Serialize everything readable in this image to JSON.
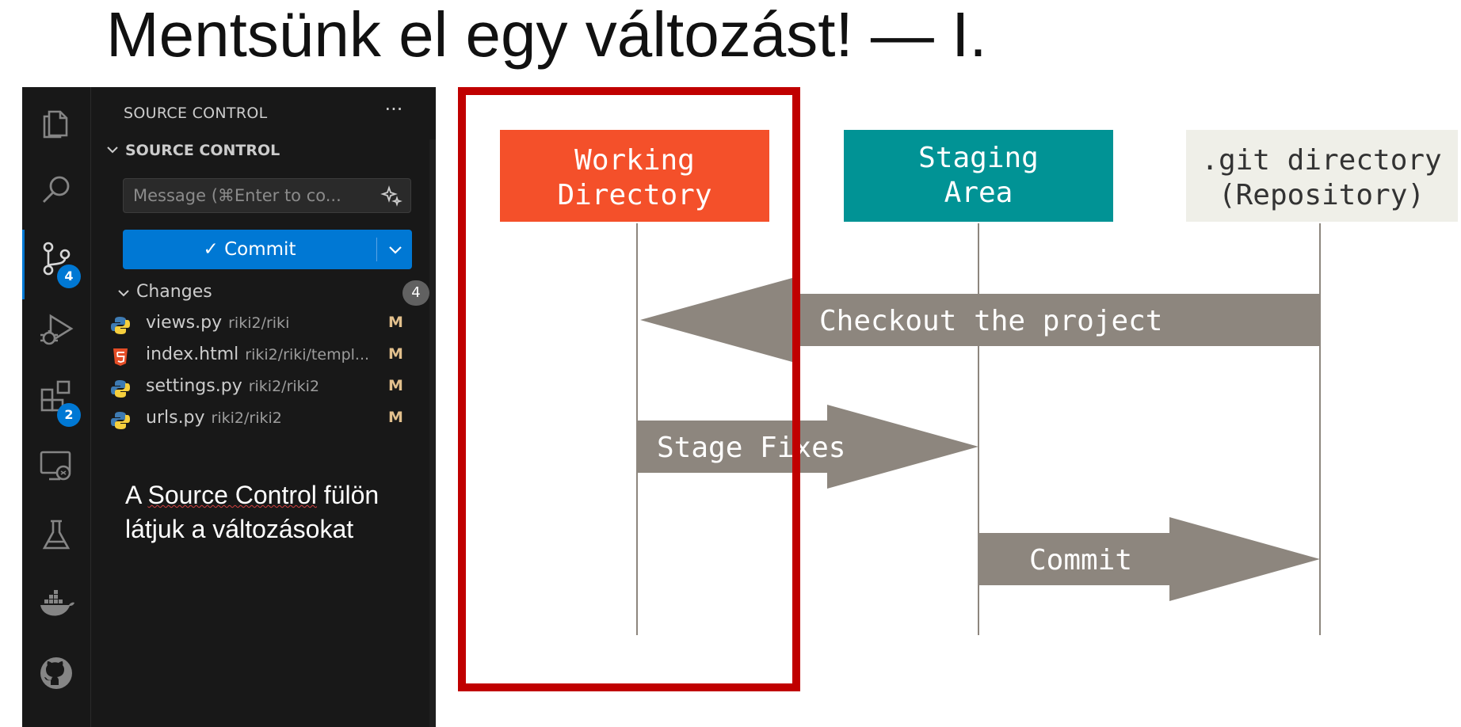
{
  "slide": {
    "title": "Mentsünk el egy változást! — I."
  },
  "activity_bar": {
    "scm_badge": "4",
    "extensions_badge": "2"
  },
  "sidebar": {
    "title": "SOURCE CONTROL",
    "more_label": "···",
    "section_title": "SOURCE CONTROL",
    "message_placeholder": "Message (⌘Enter to co...",
    "commit_label": "✓ Commit",
    "changes_label": "Changes",
    "changes_count": "4",
    "files": [
      {
        "name": "views.py",
        "path": "riki2/riki",
        "status": "M",
        "type": "python"
      },
      {
        "name": "index.html",
        "path": "riki2/riki/templ...",
        "status": "M",
        "type": "html"
      },
      {
        "name": "settings.py",
        "path": "riki2/riki2",
        "status": "M",
        "type": "python"
      },
      {
        "name": "urls.py",
        "path": "riki2/riki2",
        "status": "M",
        "type": "python"
      }
    ]
  },
  "caption": {
    "prefix": "A ",
    "link": "Source Control",
    "suffix_line1": " fülön",
    "line2": "látjuk a változásokat"
  },
  "diagram": {
    "boxes": [
      {
        "line1": "Working",
        "line2": "Directory",
        "color": "#f4502a",
        "text_color": "#ffffff"
      },
      {
        "line1": "Staging",
        "line2": "Area",
        "color": "#019395",
        "text_color": "#ffffff"
      },
      {
        "line1": ".git directory",
        "line2": "(Repository)",
        "color": "#efefe8",
        "text_color": "#333333"
      }
    ],
    "arrows": [
      {
        "label": "Checkout the project"
      },
      {
        "label": "Stage Fixes"
      },
      {
        "label": "Commit"
      }
    ],
    "arrow_color": "#8d867e"
  },
  "colors": {
    "accent": "#0078d4",
    "highlight": "#c00000",
    "modified": "#e2c08d"
  },
  "icons": [
    "files-icon",
    "search-icon",
    "source-control-icon",
    "run-debug-icon",
    "extensions-icon",
    "remote-explorer-icon",
    "testing-icon",
    "docker-icon",
    "github-icon",
    "python-file-icon",
    "html-file-icon",
    "sparkle-icon",
    "check-icon",
    "chevron-down-icon"
  ]
}
